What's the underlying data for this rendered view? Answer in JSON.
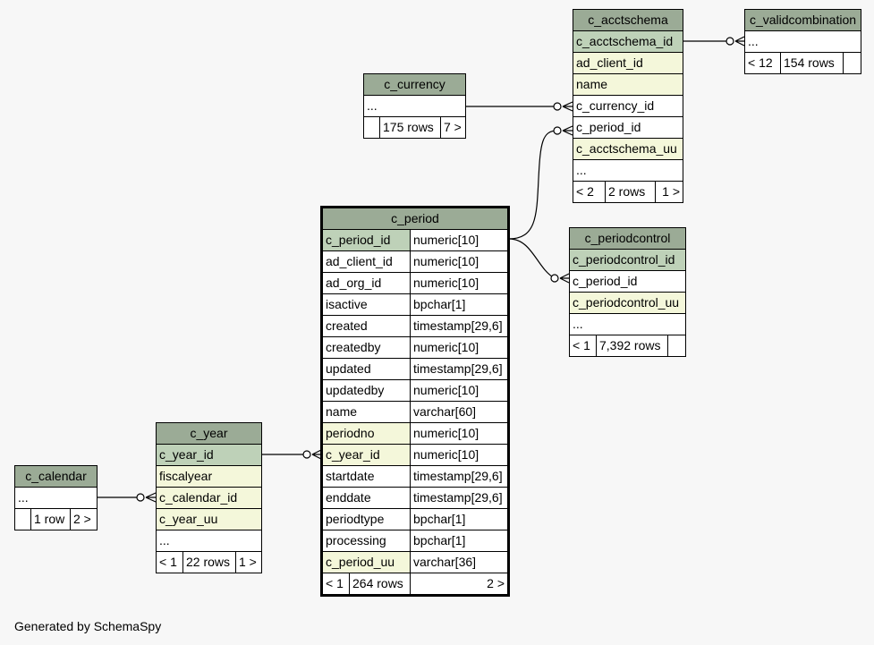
{
  "credit": "Generated by SchemaSpy",
  "tables": {
    "c_period": {
      "name": "c_period",
      "columns": [
        {
          "name": "c_period_id",
          "type": "numeric[10]"
        },
        {
          "name": "ad_client_id",
          "type": "numeric[10]"
        },
        {
          "name": "ad_org_id",
          "type": "numeric[10]"
        },
        {
          "name": "isactive",
          "type": "bpchar[1]"
        },
        {
          "name": "created",
          "type": "timestamp[29,6]"
        },
        {
          "name": "createdby",
          "type": "numeric[10]"
        },
        {
          "name": "updated",
          "type": "timestamp[29,6]"
        },
        {
          "name": "updatedby",
          "type": "numeric[10]"
        },
        {
          "name": "name",
          "type": "varchar[60]"
        },
        {
          "name": "periodno",
          "type": "numeric[10]"
        },
        {
          "name": "c_year_id",
          "type": "numeric[10]"
        },
        {
          "name": "startdate",
          "type": "timestamp[29,6]"
        },
        {
          "name": "enddate",
          "type": "timestamp[29,6]"
        },
        {
          "name": "periodtype",
          "type": "bpchar[1]"
        },
        {
          "name": "processing",
          "type": "bpchar[1]"
        },
        {
          "name": "c_period_uu",
          "type": "varchar[36]"
        }
      ],
      "footer": [
        "< 1",
        "264 rows",
        "2 >"
      ]
    },
    "c_acctschema": {
      "name": "c_acctschema",
      "columns": [
        "c_acctschema_id",
        "ad_client_id",
        "name",
        "c_currency_id",
        "c_period_id",
        "c_acctschema_uu",
        "..."
      ],
      "footer": [
        "< 2",
        "2 rows",
        "1 >"
      ]
    },
    "c_validcombination": {
      "name": "c_validcombination",
      "columns": [
        "..."
      ],
      "footer": [
        "< 12",
        "154 rows",
        ""
      ]
    },
    "c_currency": {
      "name": "c_currency",
      "columns": [
        "..."
      ],
      "footer": [
        "",
        "175 rows",
        "7 >"
      ]
    },
    "c_periodcontrol": {
      "name": "c_periodcontrol",
      "columns": [
        "c_periodcontrol_id",
        "c_period_id",
        "c_periodcontrol_uu",
        "..."
      ],
      "footer": [
        "< 1",
        "7,392 rows",
        ""
      ]
    },
    "c_year": {
      "name": "c_year",
      "columns": [
        "c_year_id",
        "fiscalyear",
        "c_calendar_id",
        "c_year_uu",
        "..."
      ],
      "footer": [
        "< 1",
        "22 rows",
        "1 >"
      ]
    },
    "c_calendar": {
      "name": "c_calendar",
      "columns": [
        "..."
      ],
      "footer": [
        "",
        "1 row",
        "2 >"
      ]
    }
  }
}
